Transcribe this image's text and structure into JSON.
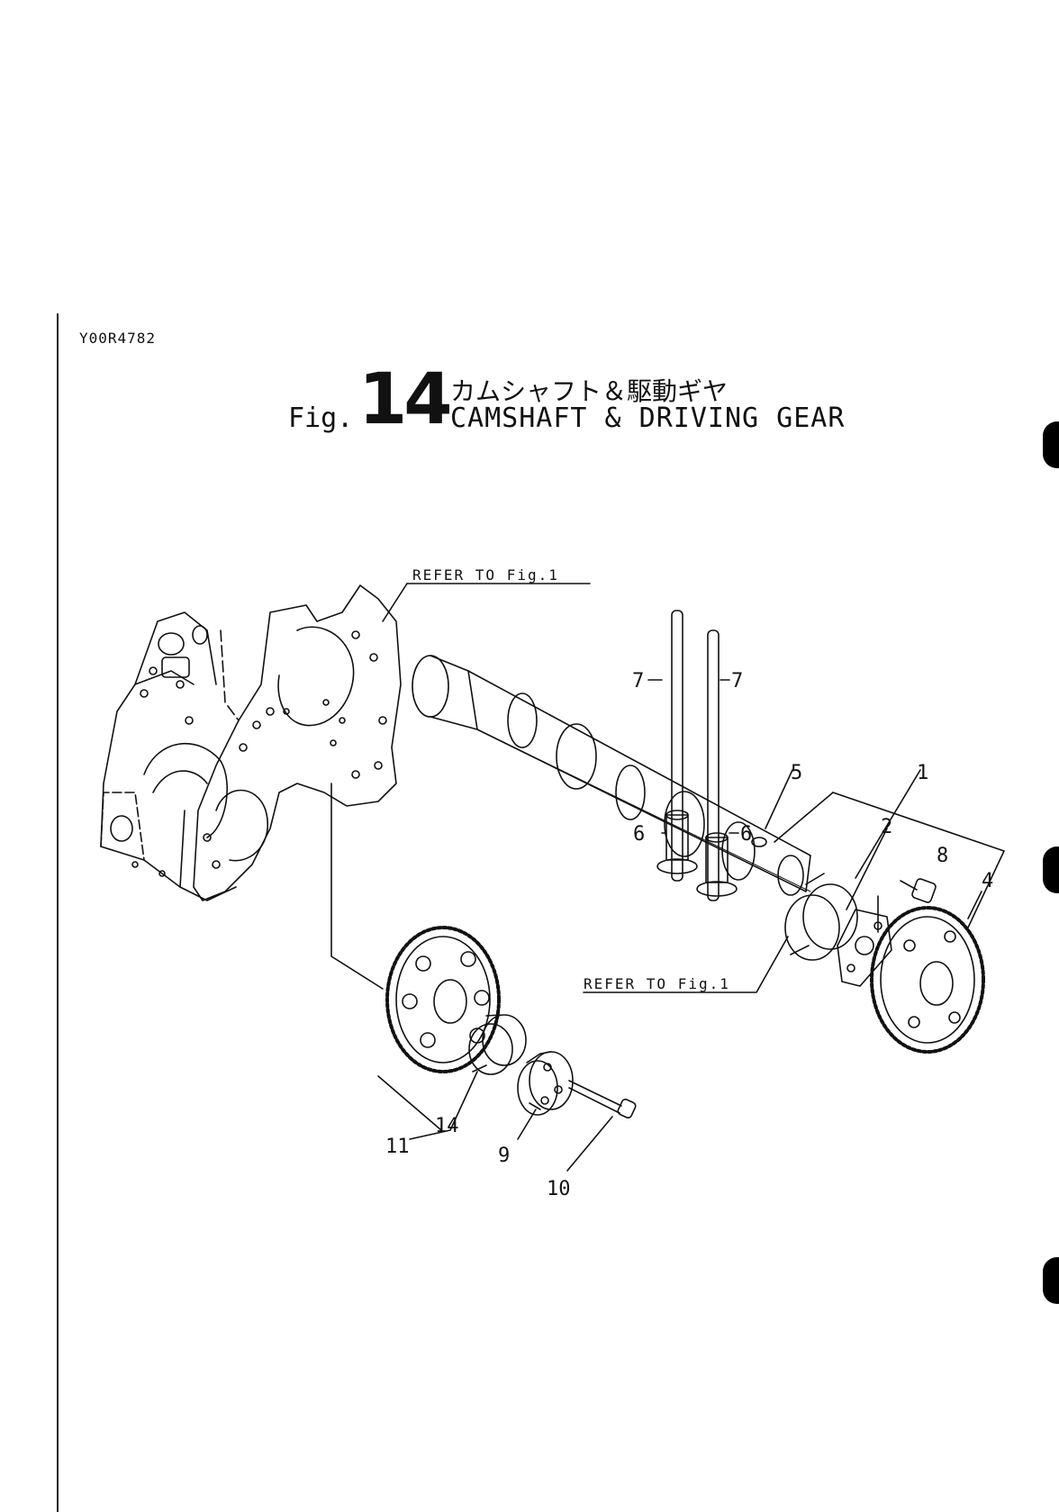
{
  "header": {
    "doc_id": "Y00R4782",
    "fig_prefix": "Fig.",
    "fig_number": "14",
    "title_jp": "カムシャフト＆駆動ギヤ",
    "title_en": "CAMSHAFT & DRIVING GEAR"
  },
  "notes": {
    "refer_top": "REFER TO Fig.1",
    "refer_bottom": "REFER TO Fig.1"
  },
  "callouts": {
    "c1": "1",
    "c2": "2",
    "c4": "4",
    "c5": "5",
    "c6a": "6",
    "c6b": "6",
    "c7a": "7",
    "c7b": "7",
    "c8": "8",
    "c9": "9",
    "c10": "10",
    "c11": "11",
    "c14": "14"
  }
}
